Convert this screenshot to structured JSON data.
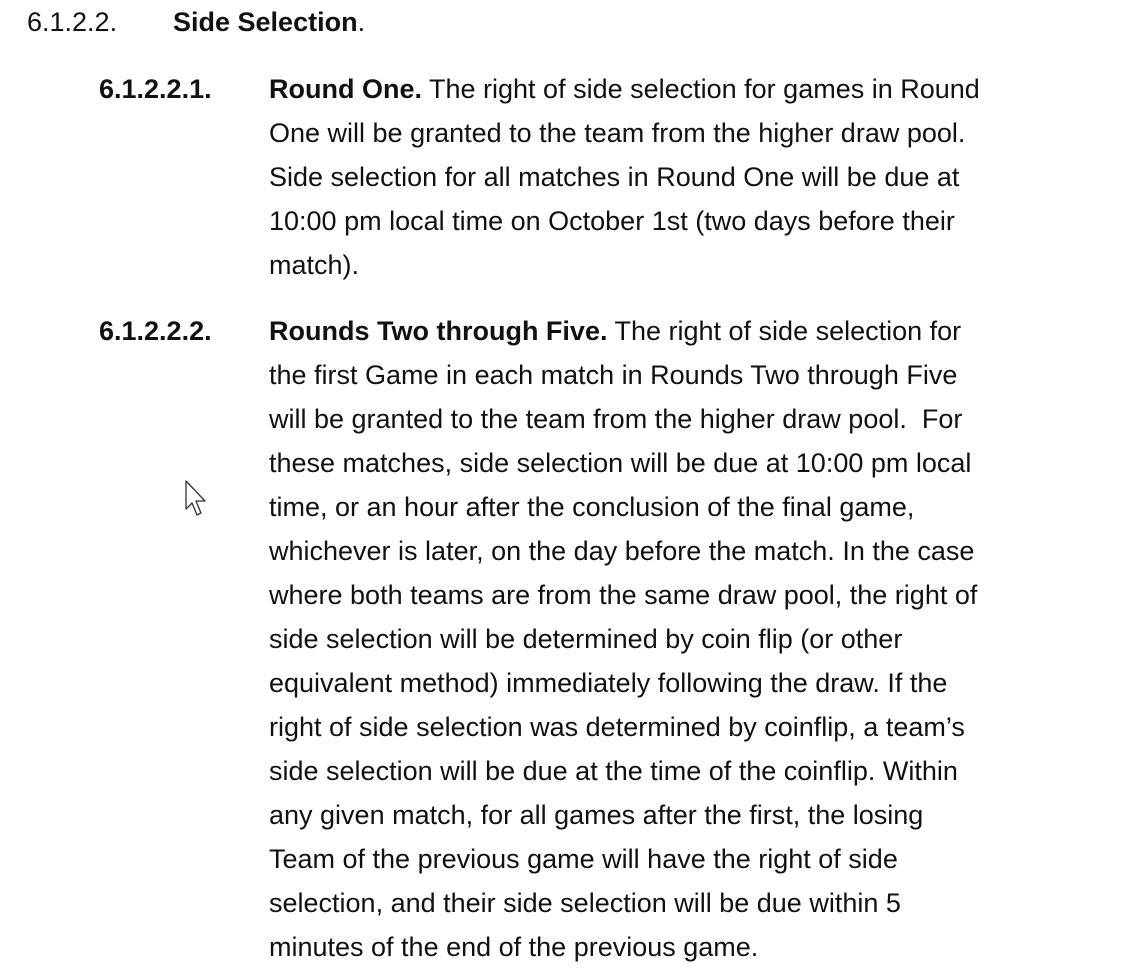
{
  "section": {
    "number": "6.1.2.2.",
    "title": "Side Selection",
    "title_suffix": "."
  },
  "items": [
    {
      "number": "6.1.2.2.1.",
      "lead": "Round One.",
      "lines": [
        " The right of side selection for games in Round",
        "One will be granted to the team from the higher draw pool.",
        "Side selection for all matches in Round One will be due at",
        "10:00 pm local time on October 1st (two days before their",
        "match)."
      ]
    },
    {
      "number": "6.1.2.2.2.",
      "lead": "Rounds Two through Five.",
      "lines": [
        " The right of side selection for",
        "the first Game in each match in Rounds Two through Five",
        "will be granted to the team from the higher draw pool.  For",
        "these matches, side selection will be due at 10:00 pm local",
        "time, or an hour after the conclusion of the final game,",
        "whichever is later, on the day before the match. In the case",
        "where both teams are from the same draw pool, the right of",
        "side selection will be determined by coin flip (or other",
        "equivalent method) immediately following the draw. If the",
        "right of side selection was determined by coinflip, a team’s",
        "side selection will be due at the time of the coinflip. Within",
        "any given match, for all games after the first, the losing",
        "Team of the previous game will have the right of side",
        "selection, and their side selection will be due within 5",
        "minutes of the end of the previous game."
      ]
    }
  ]
}
